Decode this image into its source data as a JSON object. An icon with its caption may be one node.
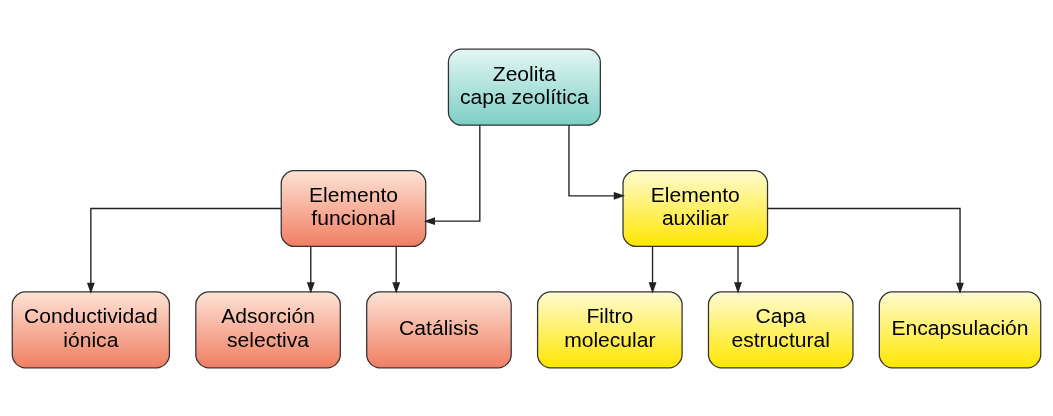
{
  "diagram": {
    "nodes": [
      {
        "text": [
          "Zeolita",
          "capa zeolítica"
        ]
      },
      {
        "text": [
          "Elemento funcional"
        ]
      },
      {
        "text": [
          "Elemento auxiliar"
        ]
      },
      {
        "text": [
          "Conductividad iónica"
        ]
      },
      {
        "text": [
          "Adsorción selectiva"
        ]
      },
      {
        "text": [
          "Catálisis"
        ]
      },
      {
        "text": [
          "Filtro molecular"
        ]
      },
      {
        "text": [
          "Capa estructural"
        ]
      },
      {
        "text": [
          "Encapsulación"
        ]
      }
    ],
    "edges": [
      {
        "from": 0,
        "to": 1,
        "arrow": "to"
      },
      {
        "from": 0,
        "to": 2,
        "arrow": "to"
      },
      {
        "from": 1,
        "to": 3,
        "arrow": "to"
      },
      {
        "from": 1,
        "to": 4,
        "arrow": "to"
      },
      {
        "from": 1,
        "to": 5,
        "arrow": "to"
      },
      {
        "from": 2,
        "to": 6,
        "arrow": "to"
      },
      {
        "from": 2,
        "to": 7,
        "arrow": "to"
      },
      {
        "from": 2,
        "to": 8,
        "arrow": "to"
      }
    ]
  }
}
